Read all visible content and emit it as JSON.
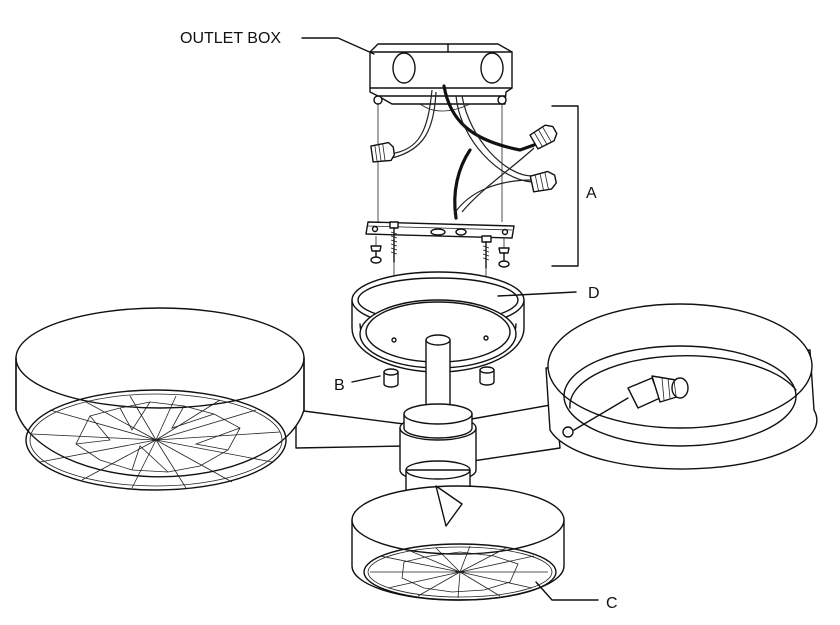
{
  "labels": {
    "outlet_box": "OUTLET BOX",
    "a": "A",
    "b": "B",
    "c": "C",
    "d": "D"
  }
}
